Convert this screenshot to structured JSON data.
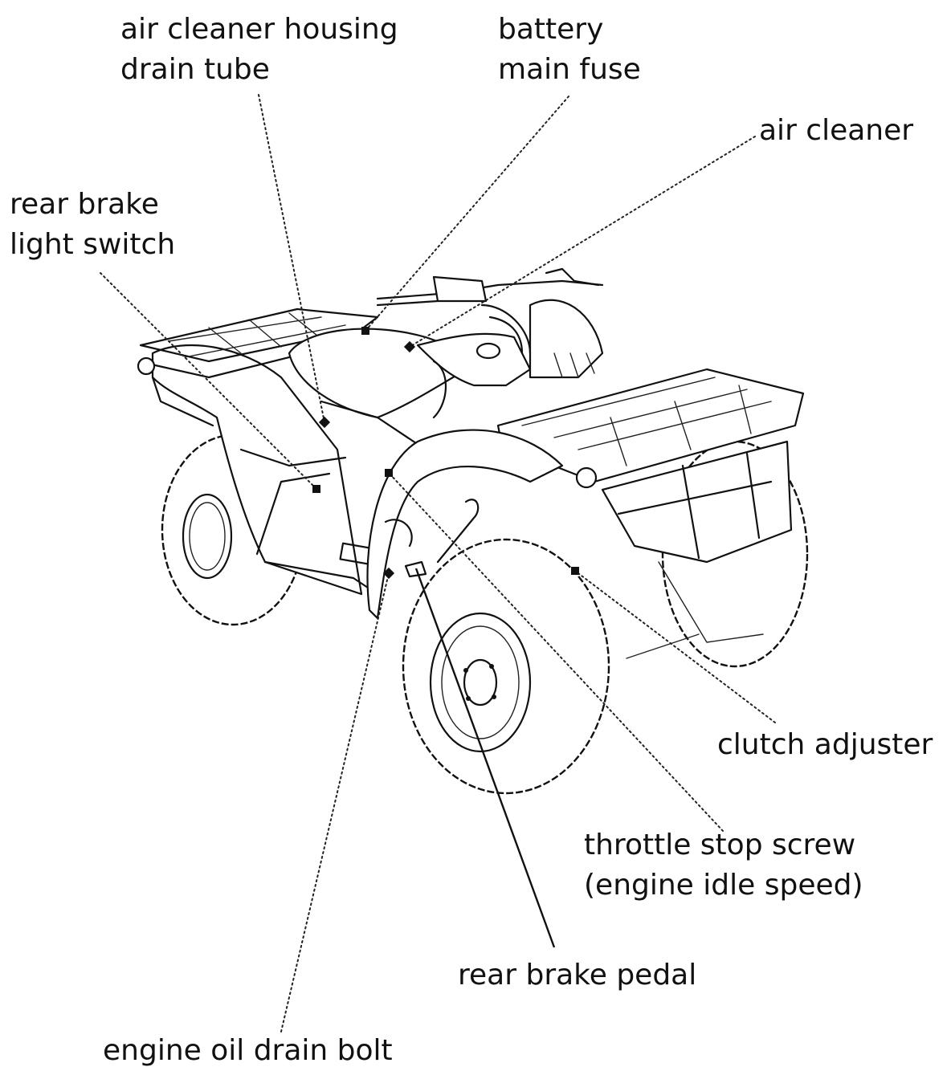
{
  "labels": {
    "air_cleaner_housing_drain_tube": [
      "air cleaner housing",
      "drain tube"
    ],
    "battery_main_fuse": [
      "battery",
      "main fuse"
    ],
    "air_cleaner": [
      "air cleaner"
    ],
    "rear_brake_light_switch": [
      "rear brake",
      "light switch"
    ],
    "clutch_adjuster": [
      "clutch adjuster"
    ],
    "throttle_stop_screw": [
      "throttle stop screw",
      "(engine idle speed)"
    ],
    "rear_brake_pedal": [
      "rear brake pedal"
    ],
    "engine_oil_drain_bolt": [
      "engine oil drain bolt"
    ]
  },
  "colors": {
    "ink": "#111111",
    "background": "#ffffff"
  }
}
